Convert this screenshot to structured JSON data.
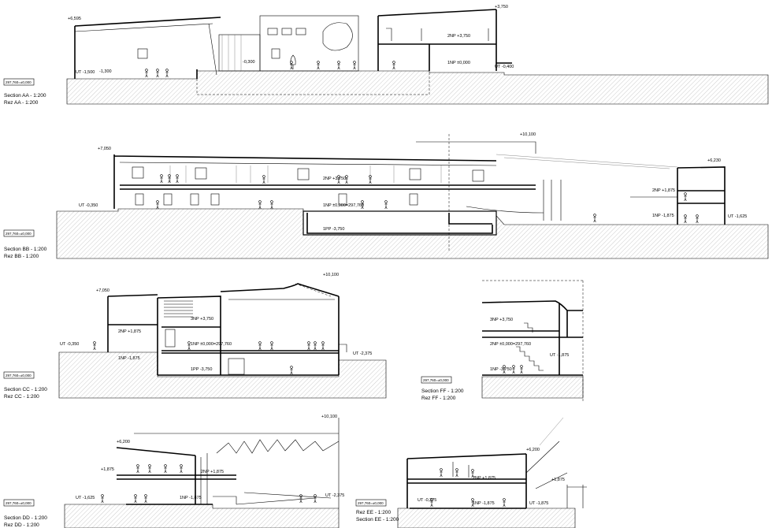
{
  "sections": {
    "aa": {
      "caption1": "Section AA - 1:200",
      "caption2": "Rez AA - 1:200",
      "ref": "297,760=±0,000",
      "levels": [
        "+6,595",
        "+3,750",
        "UT -1,500",
        "-1,300",
        "-0,300",
        "2NP +3,750",
        "1NP ±0,000",
        "UT -0,400"
      ]
    },
    "bb": {
      "caption1": "Section BB - 1:200",
      "caption2": "Rez BB - 1:200",
      "ref": "297,760=±0,000",
      "levels": [
        "+7,050",
        "+10,100",
        "+6,230",
        "2NP +3,750",
        "1NP ±0,000=297,760",
        "UT -0,350",
        "1PP -3,750",
        "2NP +1,875",
        "1NP -1,875",
        "UT -1,625"
      ]
    },
    "cc": {
      "caption1": "Section CC - 1:200",
      "caption2": "Rez CC - 1:200",
      "ref": "297,760=±0,000",
      "levels": [
        "+10,100",
        "+7,050",
        "3NP +3,750",
        "2NP +1,875",
        "1NP ±0,000=297,760",
        "UT -0,350",
        "1NP -1,875",
        "1PP -3,750",
        "UT -2,375"
      ]
    },
    "ff": {
      "caption1": "Section FF - 1:200",
      "caption2": "Rez FF - 1:200",
      "ref": "297,760=±0,000",
      "levels": [
        "3NP +3,750",
        "2NP ±0,000=297,760",
        "1NP -3,750",
        "UT -1,875"
      ]
    },
    "dd": {
      "caption1": "Section DD - 1:200",
      "caption2": "Rez DD - 1:200",
      "ref": "297,760=±0,000",
      "levels": [
        "+10,100",
        "+6,200",
        "+1,875",
        "2NP +1,875",
        "UT -1,625",
        "1NP -1,875",
        "UT -2,375"
      ]
    },
    "ee": {
      "caption1": "Rez EE - 1:200",
      "caption2": "Section EE - 1:200",
      "ref": "297,760=±0,000",
      "levels": [
        "+6,200",
        "+1,875",
        "2NP +1,875",
        "1NP -1,875",
        "UT -1,875",
        "UT -0,375"
      ]
    }
  }
}
